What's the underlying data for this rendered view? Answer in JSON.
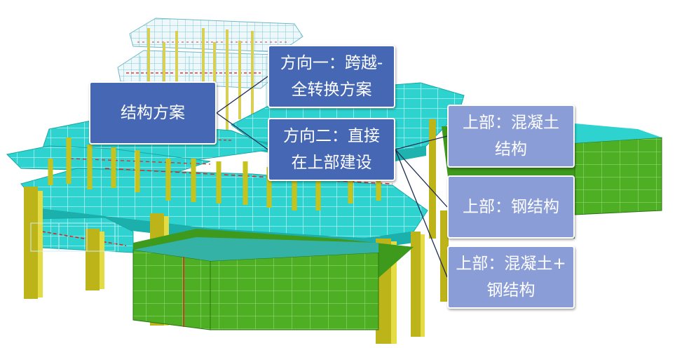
{
  "diagram": {
    "root": {
      "label": "结构方案"
    },
    "directions": [
      {
        "label": "方向一：跨越-\n全转换方案"
      },
      {
        "label": "方向二：直接\n在上部建设"
      }
    ],
    "superstructure_options": [
      {
        "label": "上部：混凝土\n结构"
      },
      {
        "label": "上部：钢结构"
      },
      {
        "label": "上部：混凝土+\n钢结构"
      }
    ]
  },
  "colors": {
    "root_box": "#4667b4",
    "direction_box": "#4667b4",
    "option_box": "#8b9dd6",
    "slab": "#2ed3cf",
    "column": "#c8c21c",
    "wall": "#4eae24",
    "beam_red": "#e02020"
  },
  "background_image": {
    "icon": "3d-structural-model-icon"
  }
}
